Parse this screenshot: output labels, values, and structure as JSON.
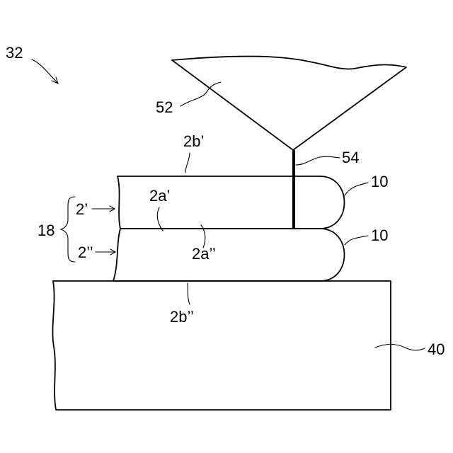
{
  "labels": {
    "fig_ref": "32",
    "nozzle": "52",
    "bond_line": "54",
    "top_surface_upper": "2b’",
    "upper_edge_ref": "10",
    "lower_edge_ref": "10",
    "upper_bond_surface": "2a’",
    "stack": "18",
    "upper_sheet": "2’",
    "lower_sheet": "2’’",
    "lower_bond_surface": "2a’’",
    "bottom_surface_lower": "2b’’",
    "base_plate": "40"
  }
}
